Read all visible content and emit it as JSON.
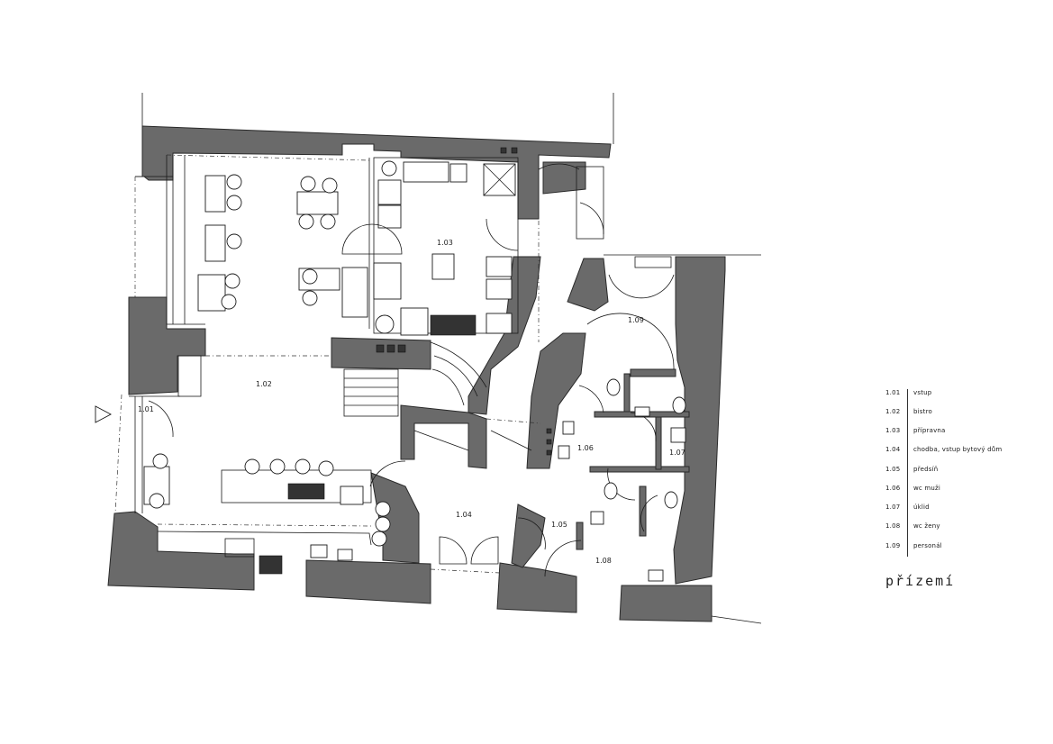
{
  "plan": {
    "rooms": [
      {
        "code": "1.01",
        "name": "vstup"
      },
      {
        "code": "1.02",
        "name": "bistro"
      },
      {
        "code": "1.03",
        "name": "přípravna"
      },
      {
        "code": "1.04",
        "name": "chodba, vstup bytový dům"
      },
      {
        "code": "1.05",
        "name": "předsíň"
      },
      {
        "code": "1.06",
        "name": "wc muži"
      },
      {
        "code": "1.07",
        "name": "úklid"
      },
      {
        "code": "1.08",
        "name": "wc ženy"
      },
      {
        "code": "1.09",
        "name": "personál"
      }
    ],
    "floor_title": "přízemí"
  },
  "colors": {
    "wall": "#6a6a6a",
    "line": "#1a1a1a"
  }
}
